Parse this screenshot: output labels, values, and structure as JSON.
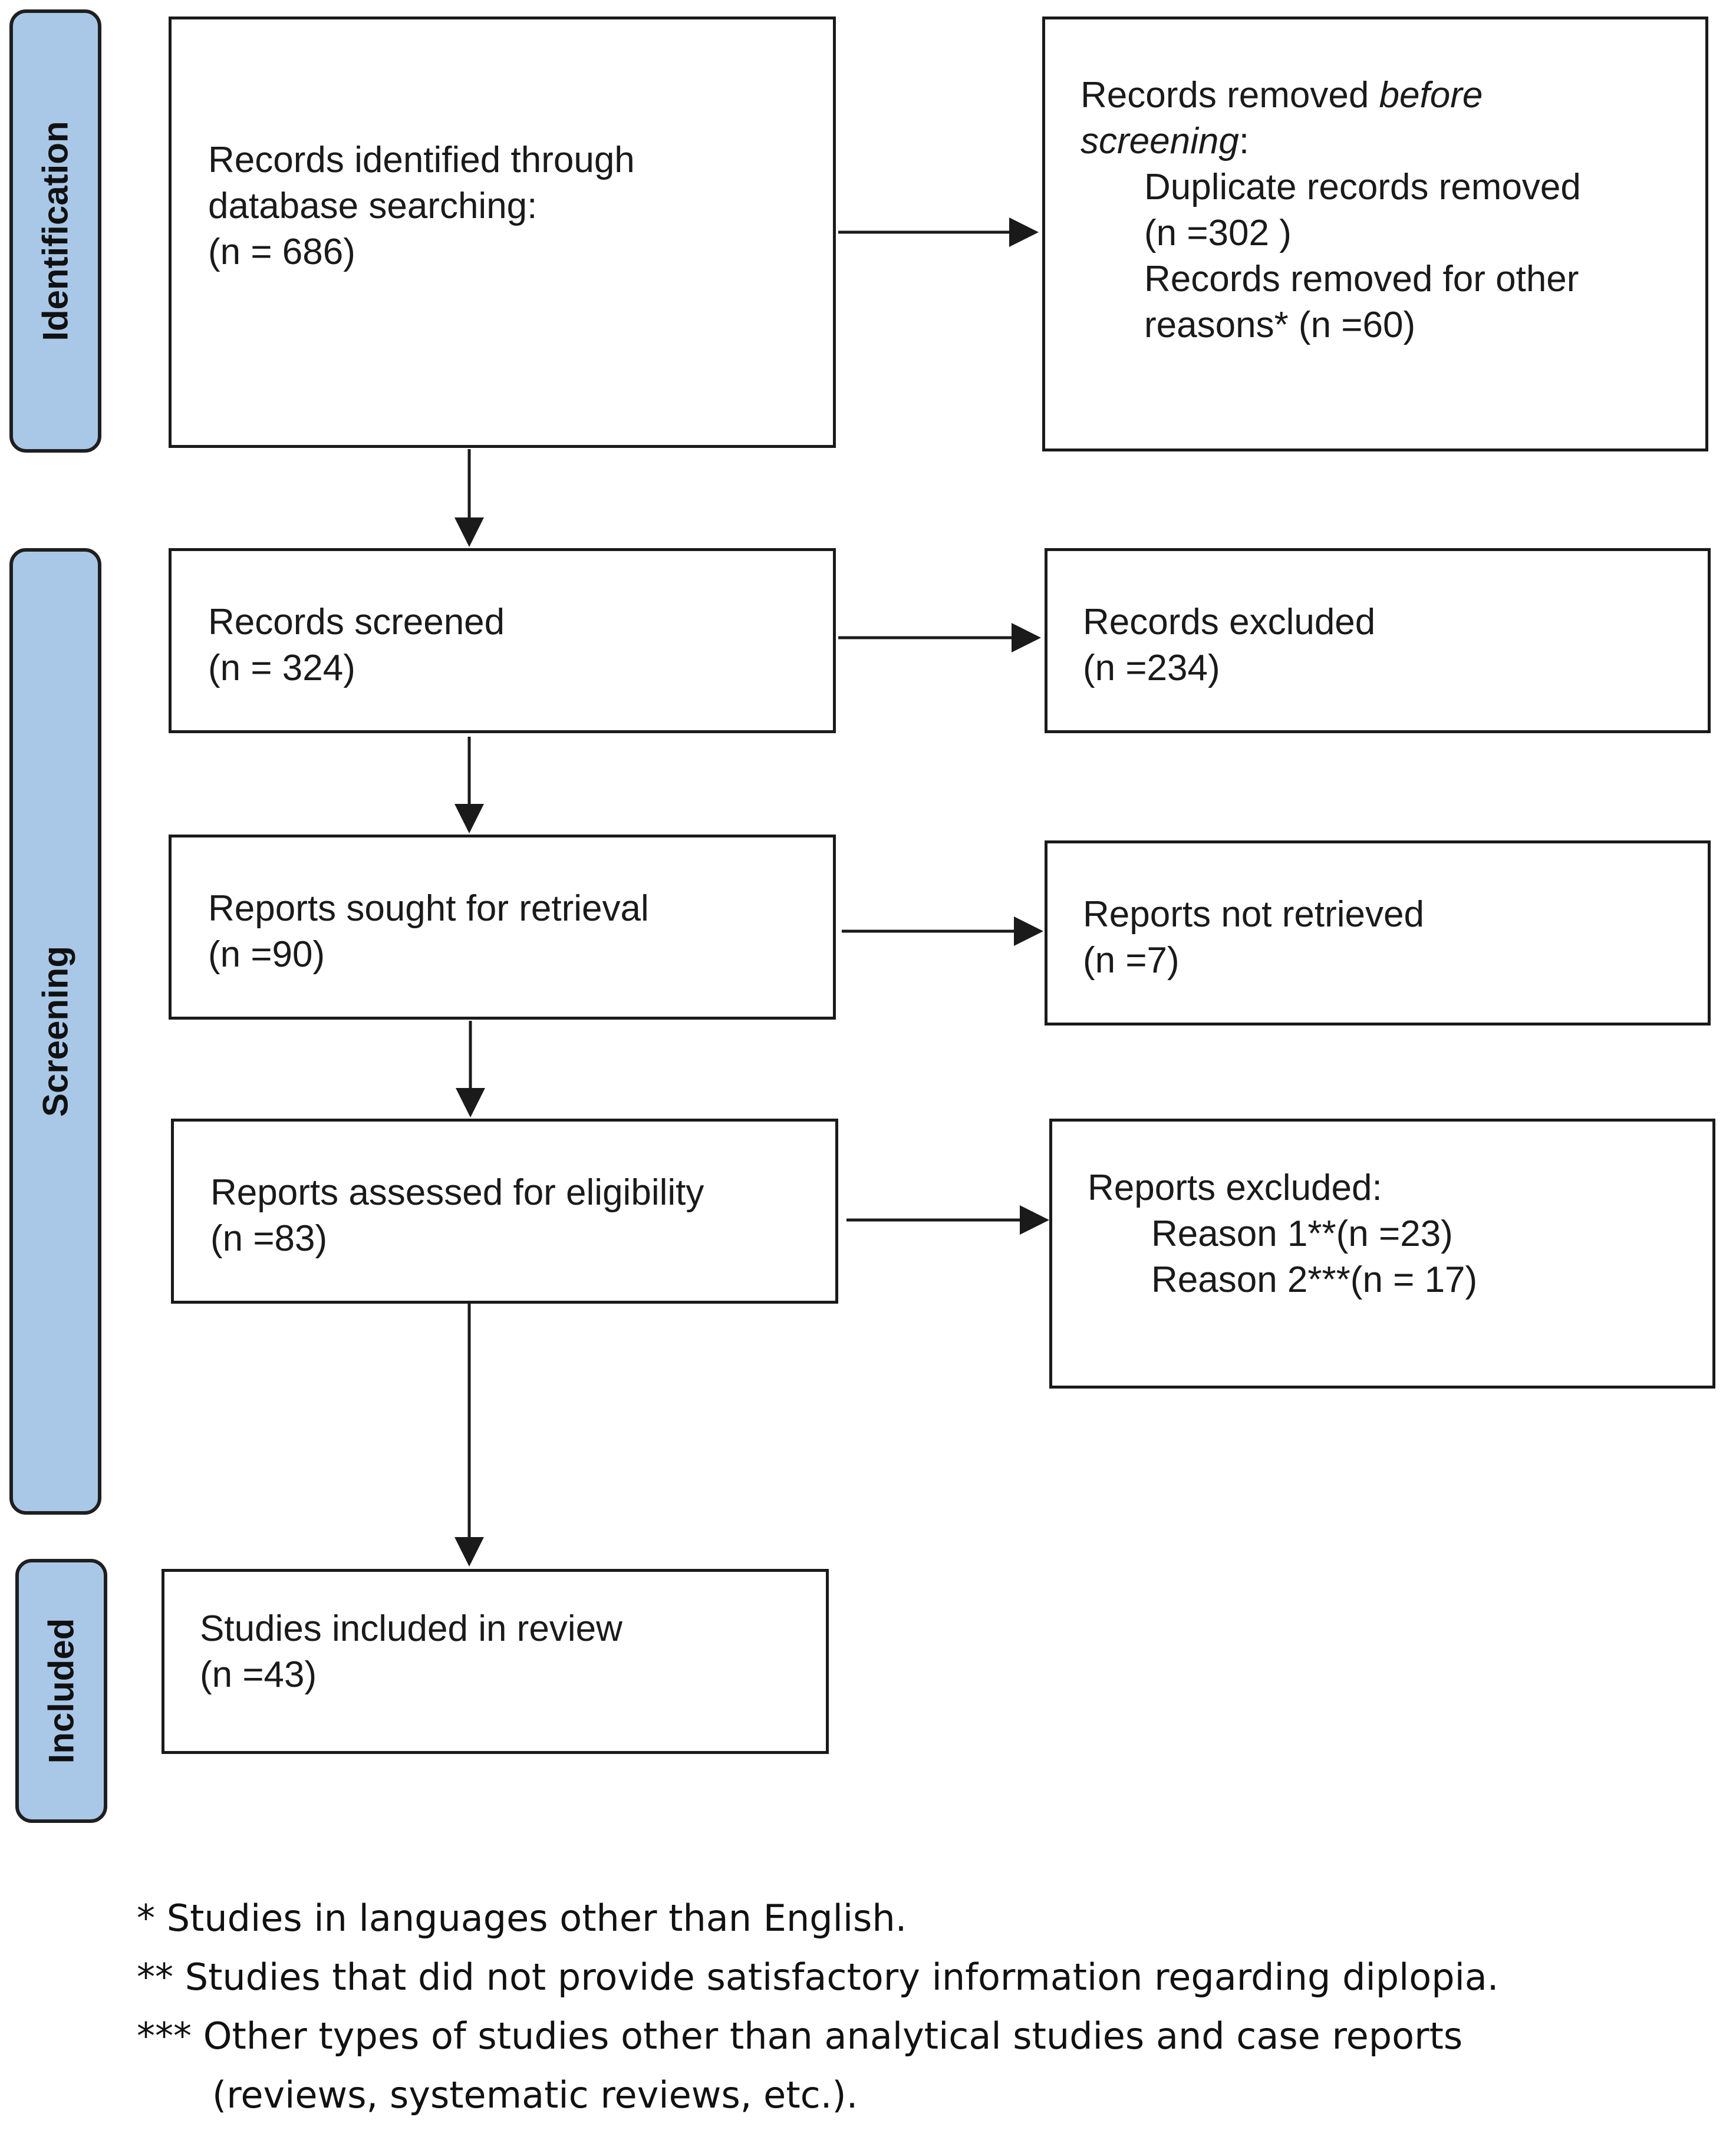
{
  "phases": {
    "identification": "Identification",
    "screening": "Screening",
    "included": "Included"
  },
  "boxes": {
    "identified": {
      "line1": "Records identified through",
      "line2": "database searching:",
      "line3": "(n = 686)"
    },
    "removed_before": {
      "title_prefix": "Records removed ",
      "title_italic1": "before",
      "title_italic2": "screening",
      "title_suffix": ":",
      "duplicates_label": "Duplicate records removed",
      "duplicates_count": "(n =302 )",
      "other_label": "Records removed for other",
      "other_count": "reasons* (n =60)"
    },
    "screened": {
      "label": "Records screened",
      "count": "(n = 324)"
    },
    "excluded": {
      "label": "Records excluded",
      "count": "(n =234)"
    },
    "sought": {
      "label": "Reports sought for retrieval",
      "count": "(n =90)"
    },
    "not_retrieved": {
      "label": "Reports not retrieved",
      "count": "(n =7)"
    },
    "assessed": {
      "label": "Reports assessed for eligibility",
      "count": "(n =83)"
    },
    "reports_excluded": {
      "label": "Reports excluded:",
      "reason1": "Reason 1**(n =23)",
      "reason2": "Reason 2***(n = 17)"
    },
    "included_studies": {
      "label": "Studies included in review",
      "count": "(n =43)"
    }
  },
  "footnotes": {
    "fn1": "* Studies in languages other than English.",
    "fn2": "** Studies that did not provide satisfactory information regarding diplopia.",
    "fn3": "*** Other types of studies other than analytical studies and case reports",
    "fn3_cont": "(reviews, systematic reviews, etc.)."
  },
  "colors": {
    "phase_fill": "#a9c8e8",
    "stroke": "#1a1a1a"
  }
}
